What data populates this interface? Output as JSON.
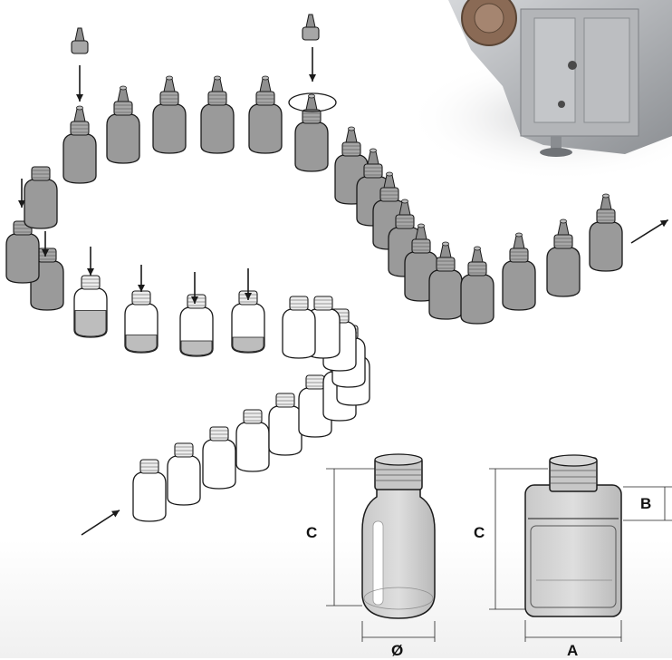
{
  "labels": {
    "round_height": "C",
    "round_diameter": "Ø",
    "square_height": "C",
    "square_width": "A",
    "square_shoulder": "B"
  },
  "colors": {
    "capped_bottle": "#9a9a9a",
    "empty_bottle": "#ffffff",
    "liquid": "#bdbdbd",
    "outline": "#1a1a1a",
    "machine": "#a8aaad"
  }
}
